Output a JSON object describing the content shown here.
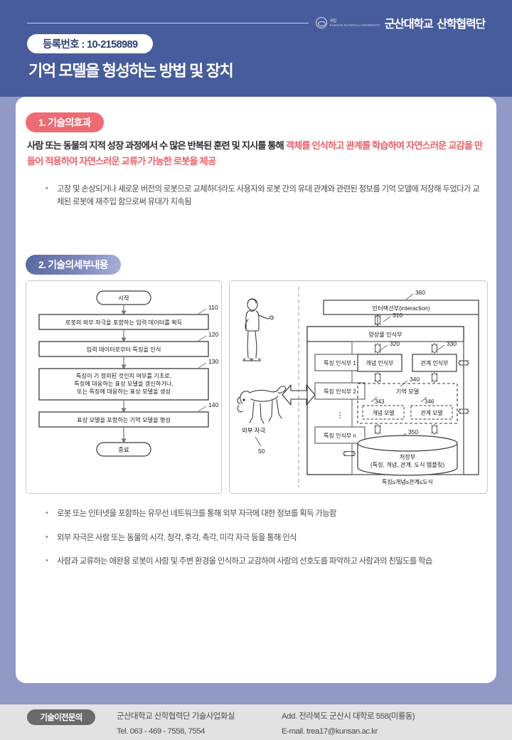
{
  "header": {
    "logo": {
      "mark_label": "KSNU",
      "kr_prefix": "국립",
      "kr_name": "군산대학교",
      "en_name": "KUNSAN NATIONAL UNIVERSITY",
      "kr_suffix": "산학협력단"
    },
    "reg_pill": "등록번호 : 10-2158989",
    "title": "기억 모델을 형성하는 방법 및 장치"
  },
  "colors": {
    "header_blue": "#475c9c",
    "page_bg": "#9199c6",
    "badge_red": "#ee6b73",
    "badge_blue": "#7b86bc",
    "highlight_red": "#ef5f68",
    "footer_gray": "#e2e2e2",
    "footer_pill_gray": "#6a6a6a"
  },
  "section1": {
    "badge": "1. 기술의효과",
    "lead_plain_1": "사람 또는 동물의 지적 성장 과정에서 수 많은 반복된 훈련 및 지시를 통해 ",
    "lead_highlight": "객체를 인식하고 관계를 학습하여 자연스러운 교감을 만들어 적용하여 자연스러운 교류가 가능한 로봇을 제공",
    "bullets": [
      "고장 및 손상되거나 새로운 버전의 로봇으로 교체하더라도 사용자와 로봇 간의 유대 관계와 관련된 정보를 기억 모델에 저장해 두었다가 교체된 로봇에  재주입 함으로써 유대가 지속됨"
    ]
  },
  "section2": {
    "badge": "2. 기술의세부내용",
    "flowchart": {
      "start": "시작",
      "end": "종료",
      "steps": [
        {
          "ref": "110",
          "text": "로봇의 외부 자극을 포함하는 입력 데이터를 획득"
        },
        {
          "ref": "120",
          "text": "입력 데이터로부터 특징을 인식"
        },
        {
          "ref": "130",
          "text_l1": "특징이 기 정의된 것인지 여부를 기초로,",
          "text_l2": "특징에 대응하는 표상 모델을 갱신하거나,",
          "text_l3": "또는 특징에 대응하는 표상 모델을 생성"
        },
        {
          "ref": "140",
          "text": "표상 모델을 포함하는 기억 모델을 형성"
        }
      ]
    },
    "blockdiagram": {
      "external_label": "외부 자극",
      "external_ref": "50",
      "interaction": {
        "ref": "360",
        "label": "인터랙션부(interaction)"
      },
      "aspect": {
        "ref": "310",
        "label": "양상물 인식부"
      },
      "feature_units": [
        "특징 인식부 1",
        "특징 인식부 2",
        "⋮",
        "특징 인식부 n"
      ],
      "concept_recognizer": {
        "ref": "320",
        "label": "개념 인식부"
      },
      "relation_recognizer": {
        "ref": "330",
        "label": "관계 인식부"
      },
      "memory_model": {
        "ref": "340",
        "label": "기억 모델"
      },
      "concept_model": {
        "ref": "343",
        "label": "개념 모델"
      },
      "relation_model": {
        "ref": "346",
        "label": "관계 모델"
      },
      "storage": {
        "ref": "350",
        "label_l1": "저장부",
        "label_l2": "(특징, 개념, 관계, 도식 템플릿)"
      },
      "hierarchy_note": "특징≤개념≤관계≤도식"
    },
    "bullets": [
      "로봇 또는 인터넷을 포함하는 유무선 네트워크를 통해 외부 자극에 대한 정보를 획득 가능함",
      "외부 자극은 사람 또는 동물의 시각, 청각, 후각, 촉각, 미각 자극 등을 통해 인식",
      "사람과 교류하는 애완용 로봇이 사람 및 주변 환경을 인식하고 교감하여 사람의 선호도를 파악하고 사람과의 친밀도를 학습"
    ]
  },
  "footer": {
    "pill": "기술이전문의",
    "org": "군산대학교 산학협력단 기술사업화실",
    "tel": "Tel. 063 - 469 - 7558, 7554",
    "address": "Add. 전라북도 군산시 대학로 558(미룡동)",
    "email": "E-mail. trea17@kunsan.ac.kr"
  }
}
